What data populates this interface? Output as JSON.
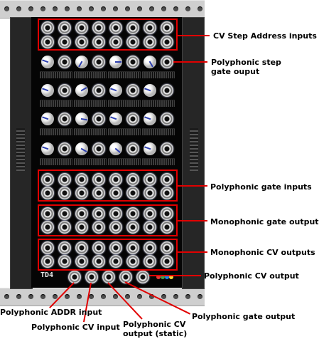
{
  "panel": {
    "module_name": "TD4",
    "logo_colors": [
      "#e53935",
      "#43a047",
      "#1e88e5",
      "#fdd835"
    ]
  },
  "annotations": {
    "cv_step_address_inputs": "CV Step Address inputs",
    "polyphonic_step_gate_output_line1": "Polyphonic step",
    "polyphonic_step_gate_output_line2": "gate ouput",
    "polyphonic_gate_inputs": "Polyphonic gate inputs",
    "monophonic_gate_outputs": "Monophonic gate outputs",
    "monophonic_cv_outputs": "Monophonic CV outputs",
    "polyphonic_cv_output": "Polyphonic CV output",
    "polyphonic_addr_input": "Polyphonic ADDR input",
    "polyphonic_cv_input": "Polyphonic CV input",
    "polyphonic_cv_output_static_line1": "Polyphonic CV",
    "polyphonic_cv_output_static_line2": "output (static)",
    "polyphonic_gate_output": "Polyphonic gate output"
  },
  "accent_color": "#e10000"
}
